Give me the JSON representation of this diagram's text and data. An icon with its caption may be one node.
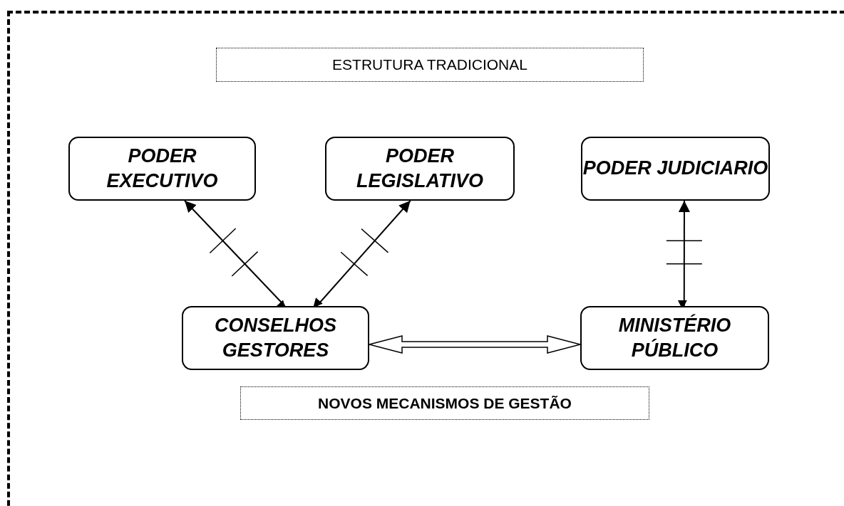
{
  "diagram": {
    "nodes": [
      {
        "text": [
          "ESTRUTURA TRADICIONAL"
        ]
      },
      {
        "text": [
          "PODER EXECUTIVO"
        ]
      },
      {
        "text": [
          "PODER LEGISLATIVO"
        ]
      },
      {
        "text": [
          "PODER JUDICIARIO"
        ]
      },
      {
        "text": [
          "CONSELHOS GESTORES"
        ]
      },
      {
        "text": [
          "MINISTÉRIO PÚBLICO"
        ]
      },
      {
        "text": [
          "NOVOS MECANISMOS DE GESTÃO"
        ]
      }
    ],
    "edges": [
      {
        "from": 1,
        "to": 4,
        "arrow": "both"
      },
      {
        "from": 2,
        "to": 4,
        "arrow": "both"
      },
      {
        "from": 3,
        "to": 5,
        "arrow": "both"
      },
      {
        "from": 4,
        "to": 5,
        "arrow": "both",
        "style": "thick"
      }
    ]
  }
}
